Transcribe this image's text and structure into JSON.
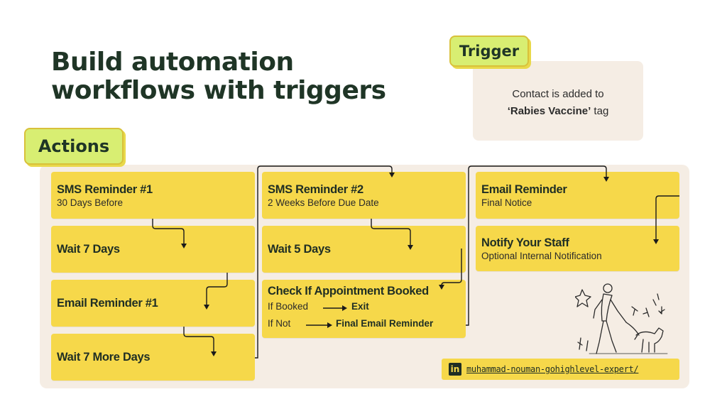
{
  "title": {
    "line1": "Build automation",
    "line2": "workflows with triggers"
  },
  "trigger": {
    "label": "Trigger",
    "text_line1": "Contact is added to",
    "tag": "‘Rabies Vaccine’",
    "tag_suffix": " tag"
  },
  "actions": {
    "label": "Actions",
    "column1": [
      {
        "title": "SMS Reminder #1",
        "subtitle": "30 Days Before"
      },
      {
        "title": "Wait 7 Days",
        "subtitle": ""
      },
      {
        "title": "Email Reminder #1",
        "subtitle": ""
      },
      {
        "title": "Wait 7 More Days",
        "subtitle": ""
      }
    ],
    "column2": [
      {
        "title": "SMS Reminder #2",
        "subtitle": "2 Weeks Before Due Date"
      },
      {
        "title": "Wait 5 Days",
        "subtitle": ""
      },
      {
        "title": "Check If Appointment Booked",
        "branches": [
          {
            "condition": "If Booked",
            "result": "Exit"
          },
          {
            "condition": "If Not",
            "result": "Final Email Reminder"
          }
        ]
      }
    ],
    "column3": [
      {
        "title": "Email Reminder",
        "subtitle": "Final Notice"
      },
      {
        "title": "Notify Your Staff",
        "subtitle": "Optional Internal Notification"
      }
    ]
  },
  "linkedin": {
    "icon_text": "in",
    "url_text": "muhammad-nouman-gohighlevel-expert/"
  },
  "colors": {
    "card": "#f6d84a",
    "pill": "#d8ee72",
    "panel": "#f5ede4",
    "title": "#1f3526"
  },
  "icons": {
    "linkedin": "linkedin-icon",
    "illustration": "person-walking-dog-illustration"
  }
}
